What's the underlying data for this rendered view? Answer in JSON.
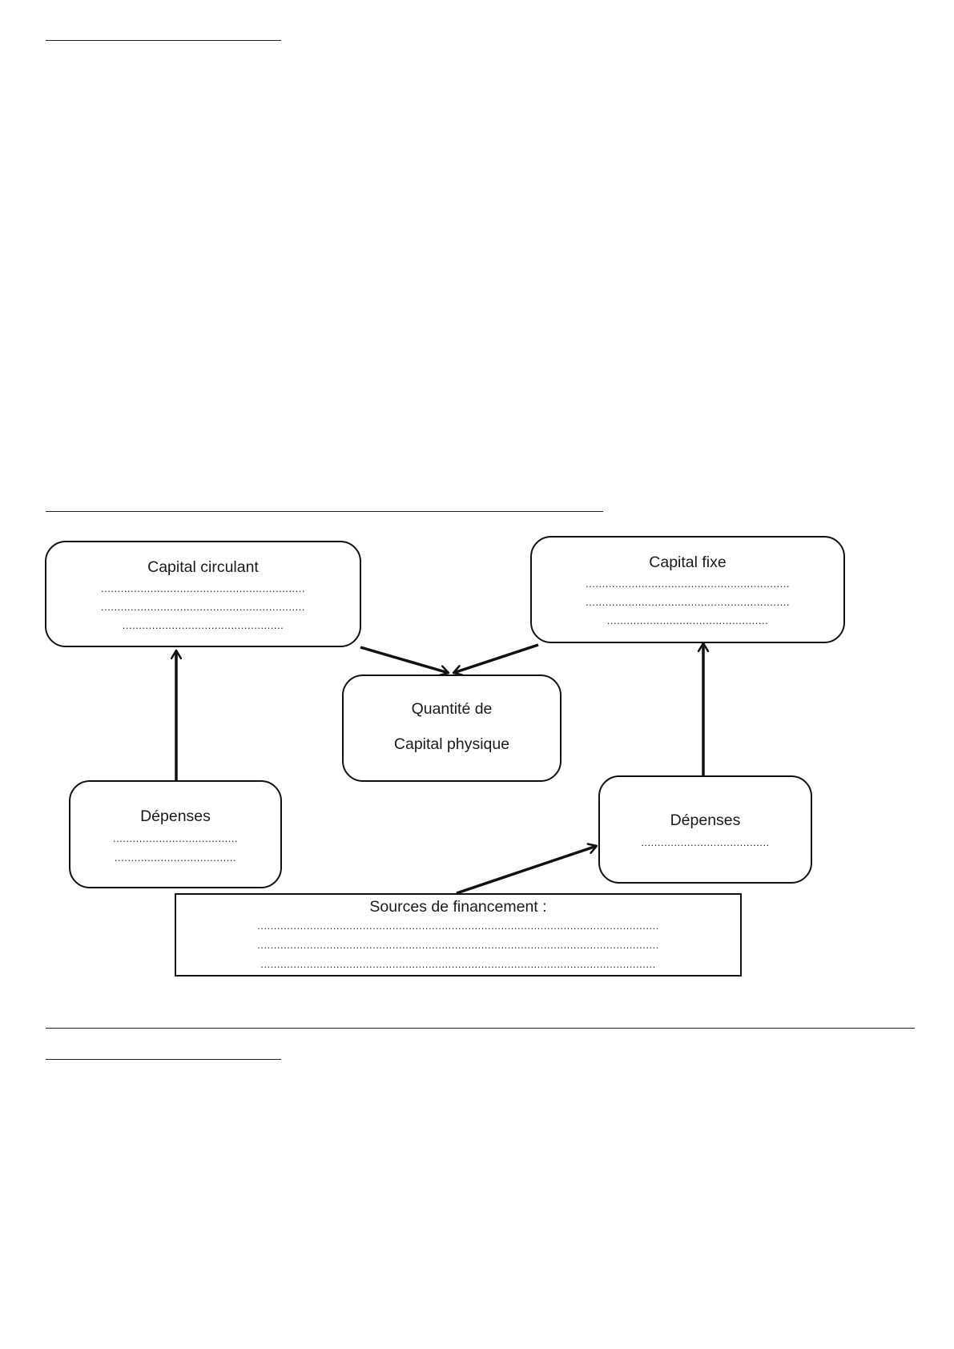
{
  "diagram": {
    "capital_circulant": {
      "title": "Capital circulant",
      "lines": [
        "..............................................................",
        "..............................................................",
        "................................................."
      ]
    },
    "capital_fixe": {
      "title": "Capital fixe",
      "lines": [
        "..............................................................",
        "..............................................................",
        "................................................."
      ]
    },
    "quantite": {
      "line1": "Quantité de",
      "line2": "Capital physique"
    },
    "depenses_left": {
      "title": "Dépenses",
      "lines": [
        "......................................",
        "....................................."
      ]
    },
    "depenses_right": {
      "title": "Dépenses",
      "lines": [
        "......................................."
      ]
    },
    "sources": {
      "title": "Sources de financement :",
      "lines": [
        "..........................................................................................................................",
        "..........................................................................................................................",
        "........................................................................................................................"
      ]
    }
  },
  "colors": {
    "line": "#111111",
    "background": "#ffffff"
  }
}
